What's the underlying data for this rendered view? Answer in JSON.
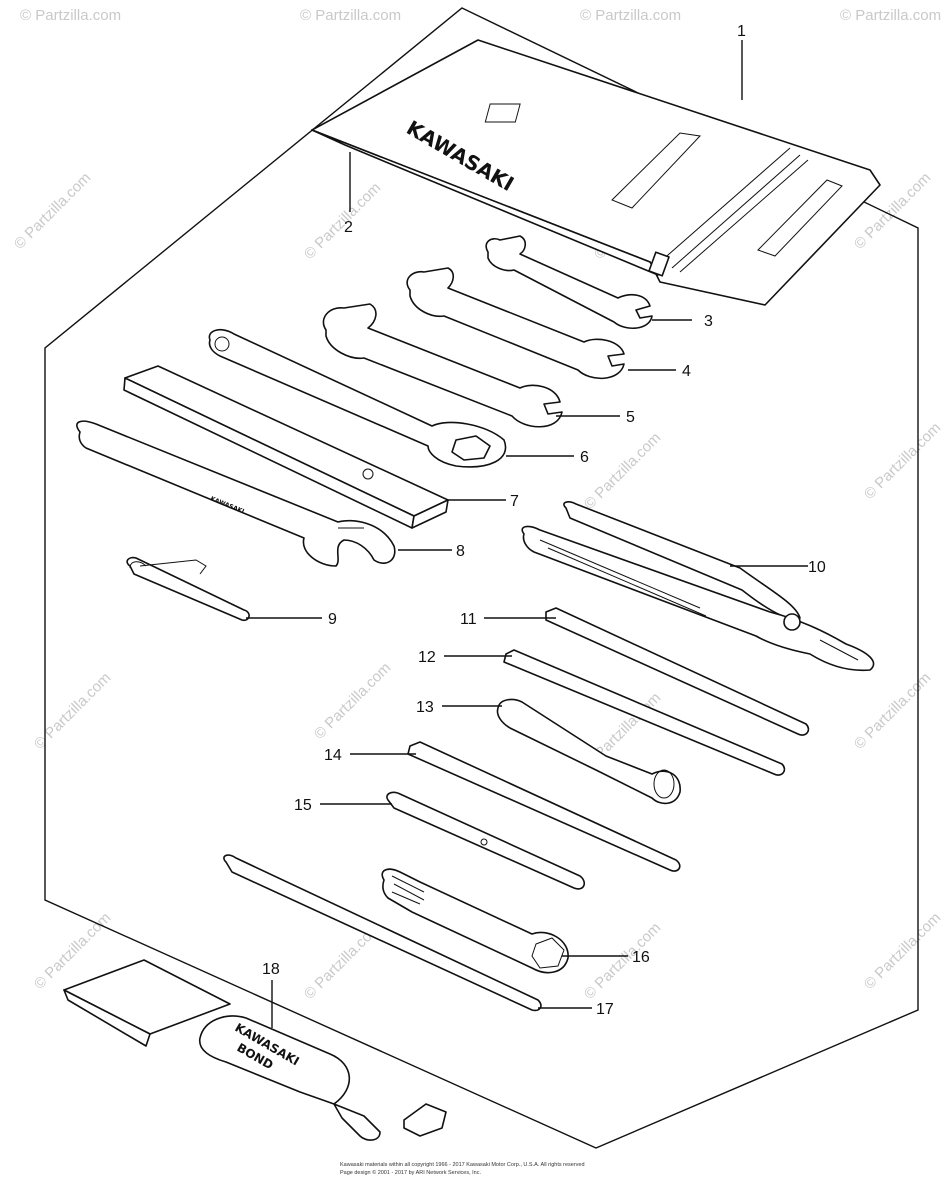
{
  "diagram": {
    "callouts": [
      "1",
      "2",
      "3",
      "4",
      "5",
      "6",
      "7",
      "8",
      "9",
      "10",
      "11",
      "12",
      "13",
      "14",
      "15",
      "16",
      "17",
      "18"
    ],
    "pouch_brand": "KAWASAKI",
    "tube_brand_line1": "KAWASAKI",
    "tube_brand_line2": "BOND",
    "watermark": "© Partzilla.com",
    "footer_line1": "Kawasaki materials within all copyright 1966 - 2017 Kawasaki Motor Corp., U.S.A. All rights reserved",
    "footer_line2": "Page design © 2001 - 2017 by ARI Network Services, Inc."
  }
}
